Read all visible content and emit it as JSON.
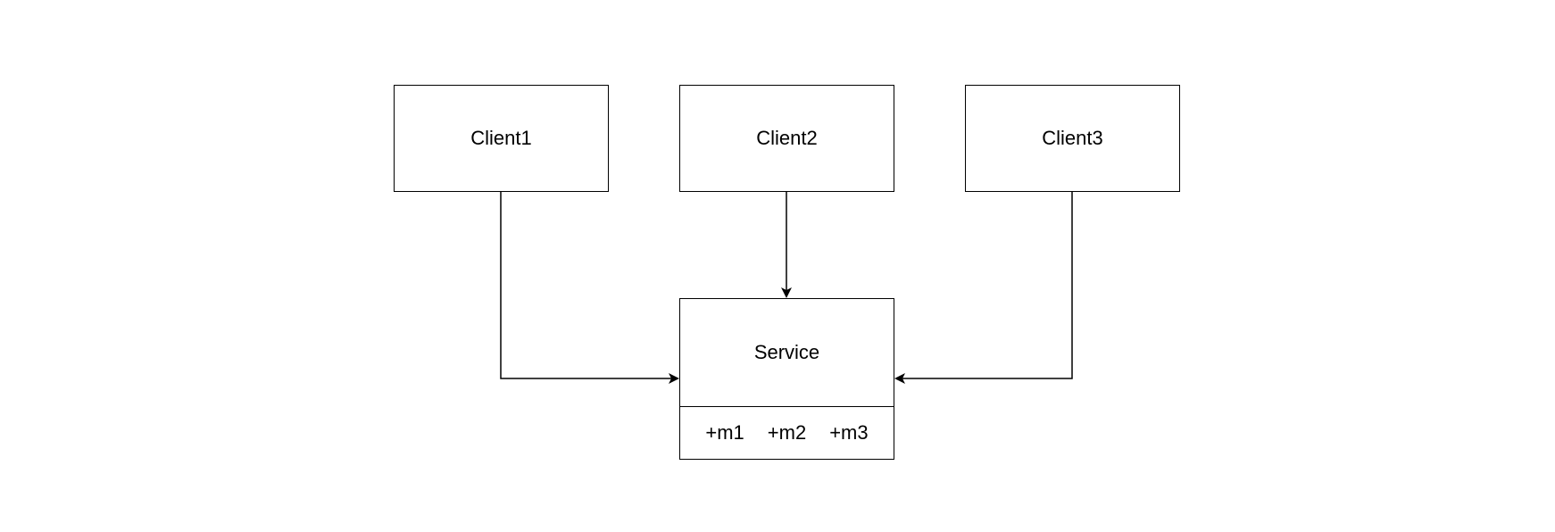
{
  "colors": {
    "stroke": "#000000",
    "fill": "#ffffff",
    "text": "#000000"
  },
  "clients": [
    {
      "label": "Client1"
    },
    {
      "label": "Client2"
    },
    {
      "label": "Client3"
    }
  ],
  "service": {
    "label": "Service",
    "methods": [
      "+m1",
      "+m2",
      "+m3"
    ]
  },
  "connections": [
    {
      "from": "Client1",
      "to": "Service"
    },
    {
      "from": "Client2",
      "to": "Service"
    },
    {
      "from": "Client3",
      "to": "Service"
    }
  ]
}
